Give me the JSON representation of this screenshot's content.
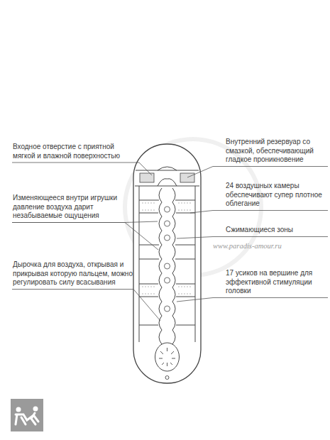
{
  "diagram": {
    "labels": [
      "Входное отверстие с приятной мягкой и влажной поверхностью",
      "Изменяющееся внутри игрушки давление воздуха дарит незабываемые ощущения",
      "Дырочка для воздуха, открывая и прикрывая которую пальцем, можно регулировать силу всасывания",
      "Внутренний резервуар со смазкой, обеспечивающий гладкое проникновение",
      "24 воздушных камеры обеспечивают супер плотное облегание",
      "Сжимающиеся зоны",
      "www.paradis-amour.ru",
      "17 усиков на вершине для эффективной стимуляции головки"
    ]
  }
}
